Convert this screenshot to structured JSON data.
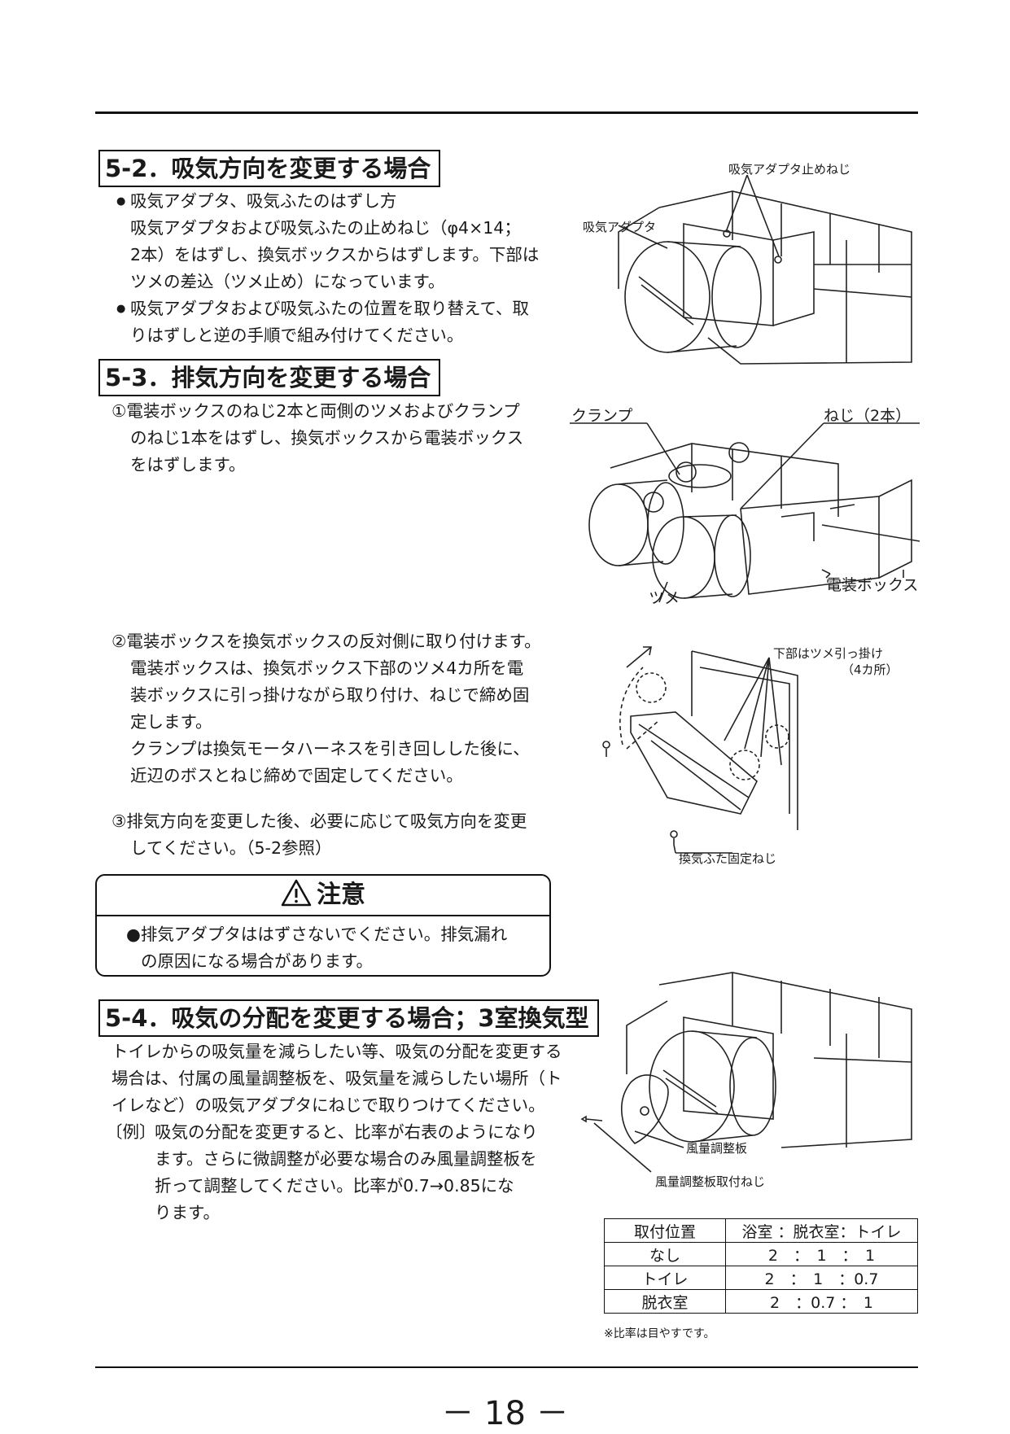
{
  "section_5_2": {
    "heading": "5-2．吸気方向を変更する場合",
    "bullet1_title": "吸気アダプタ、吸気ふたのはずし方",
    "bullet1_lines": [
      "吸気アダプタおよび吸気ふたの止めねじ（φ4×14；",
      "2本）をはずし、換気ボックスからはずします。下部は",
      "ツメの差込（ツメ止め）になっています。"
    ],
    "bullet2_lines": [
      "吸気アダプタおよび吸気ふたの位置を取り替えて、取",
      "りはずしと逆の手順で組み付けてください。"
    ],
    "fig_labels": {
      "screw": "吸気アダプタ止めねじ",
      "adapter": "吸気アダプタ"
    }
  },
  "section_5_3": {
    "heading": "5-3．排気方向を変更する場合",
    "step1_lines": [
      "①電装ボックスのねじ2本と両側のツメおよびクランプ",
      "のねじ1本をはずし、換気ボックスから電装ボックス",
      "をはずします。"
    ],
    "fig1_labels": {
      "clamp": "クランプ",
      "screws": "ねじ（2本）",
      "box": "電装ボックス",
      "claw": "ツメ"
    },
    "step2_lines": [
      "②電装ボックスを換気ボックスの反対側に取り付けます。",
      "電装ボックスは、換気ボックス下部のツメ4カ所を電",
      "装ボックスに引っ掛けながら取り付け、ねじで締め固",
      "定します。",
      "クランプは換気モータハーネスを引き回しした後に、",
      "近辺のボスとねじ締めで固定してください。"
    ],
    "fig2_labels": {
      "hook": "下部はツメ引っ掛け",
      "hook_count": "（4カ所）",
      "cover_screw": "換気ふた固定ねじ"
    },
    "step3_lines": [
      "③排気方向を変更した後、必要に応じて吸気方向を変更",
      "してください。（5-2参照）"
    ]
  },
  "caution": {
    "title": "注意",
    "lines": [
      "●排気アダプタははずさないでください。排気漏れ",
      "の原因になる場合があります。"
    ]
  },
  "section_5_4": {
    "heading": "5-4．吸気の分配を変更する場合；3室換気型",
    "body_lines": [
      "トイレからの吸気量を減らしたい等、吸気の分配を変更する",
      "場合は、付属の風量調整板を、吸気量を減らしたい場所（ト",
      "イレなど）の吸気アダプタにねじで取りつけてください。"
    ],
    "example_prefix": "〔例〕",
    "example_lines": [
      "吸気の分配を変更すると、比率が右表のようになり",
      "ます。さらに微調整が必要な場合のみ風量調整板を",
      "折って調整してください。比率が0.7→0.85にな",
      "ります。"
    ],
    "fig_labels": {
      "plate": "風量調整板",
      "plate_screw": "風量調整板取付ねじ"
    },
    "table": {
      "headers": [
        "取付位置",
        "浴室 ：脱衣室：トイレ"
      ],
      "rows": [
        [
          "なし",
          "2　：　1　：　1"
        ],
        [
          "トイレ",
          "2　：　1　：0.7"
        ],
        [
          "脱衣室",
          "2　：0.7 ：　1"
        ]
      ]
    },
    "note": "※比率は目やすです。"
  },
  "footer": {
    "page_number": "－ 18 －"
  }
}
